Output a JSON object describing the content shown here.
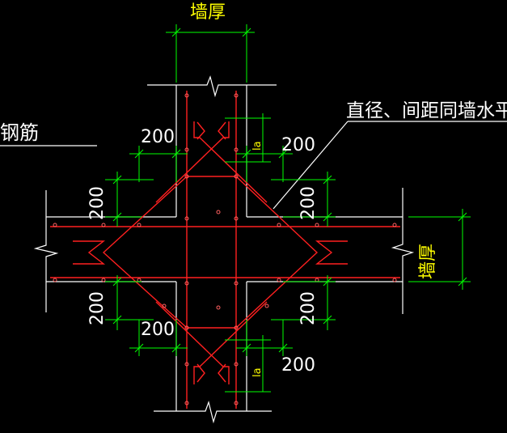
{
  "labels": {
    "wall_thickness_top": "墙厚",
    "wall_thickness_right": "墙厚",
    "rebar_left": "钢筋",
    "note_right": "直径、间距同墙水平钢",
    "dim_200": "200",
    "anchor_la": "la"
  },
  "colors": {
    "background": "#000000",
    "wall": "#ffffff",
    "rebar": "#ff2020",
    "dimension": "#00ff00",
    "label": "#ffff00",
    "note": "#ffffff"
  }
}
